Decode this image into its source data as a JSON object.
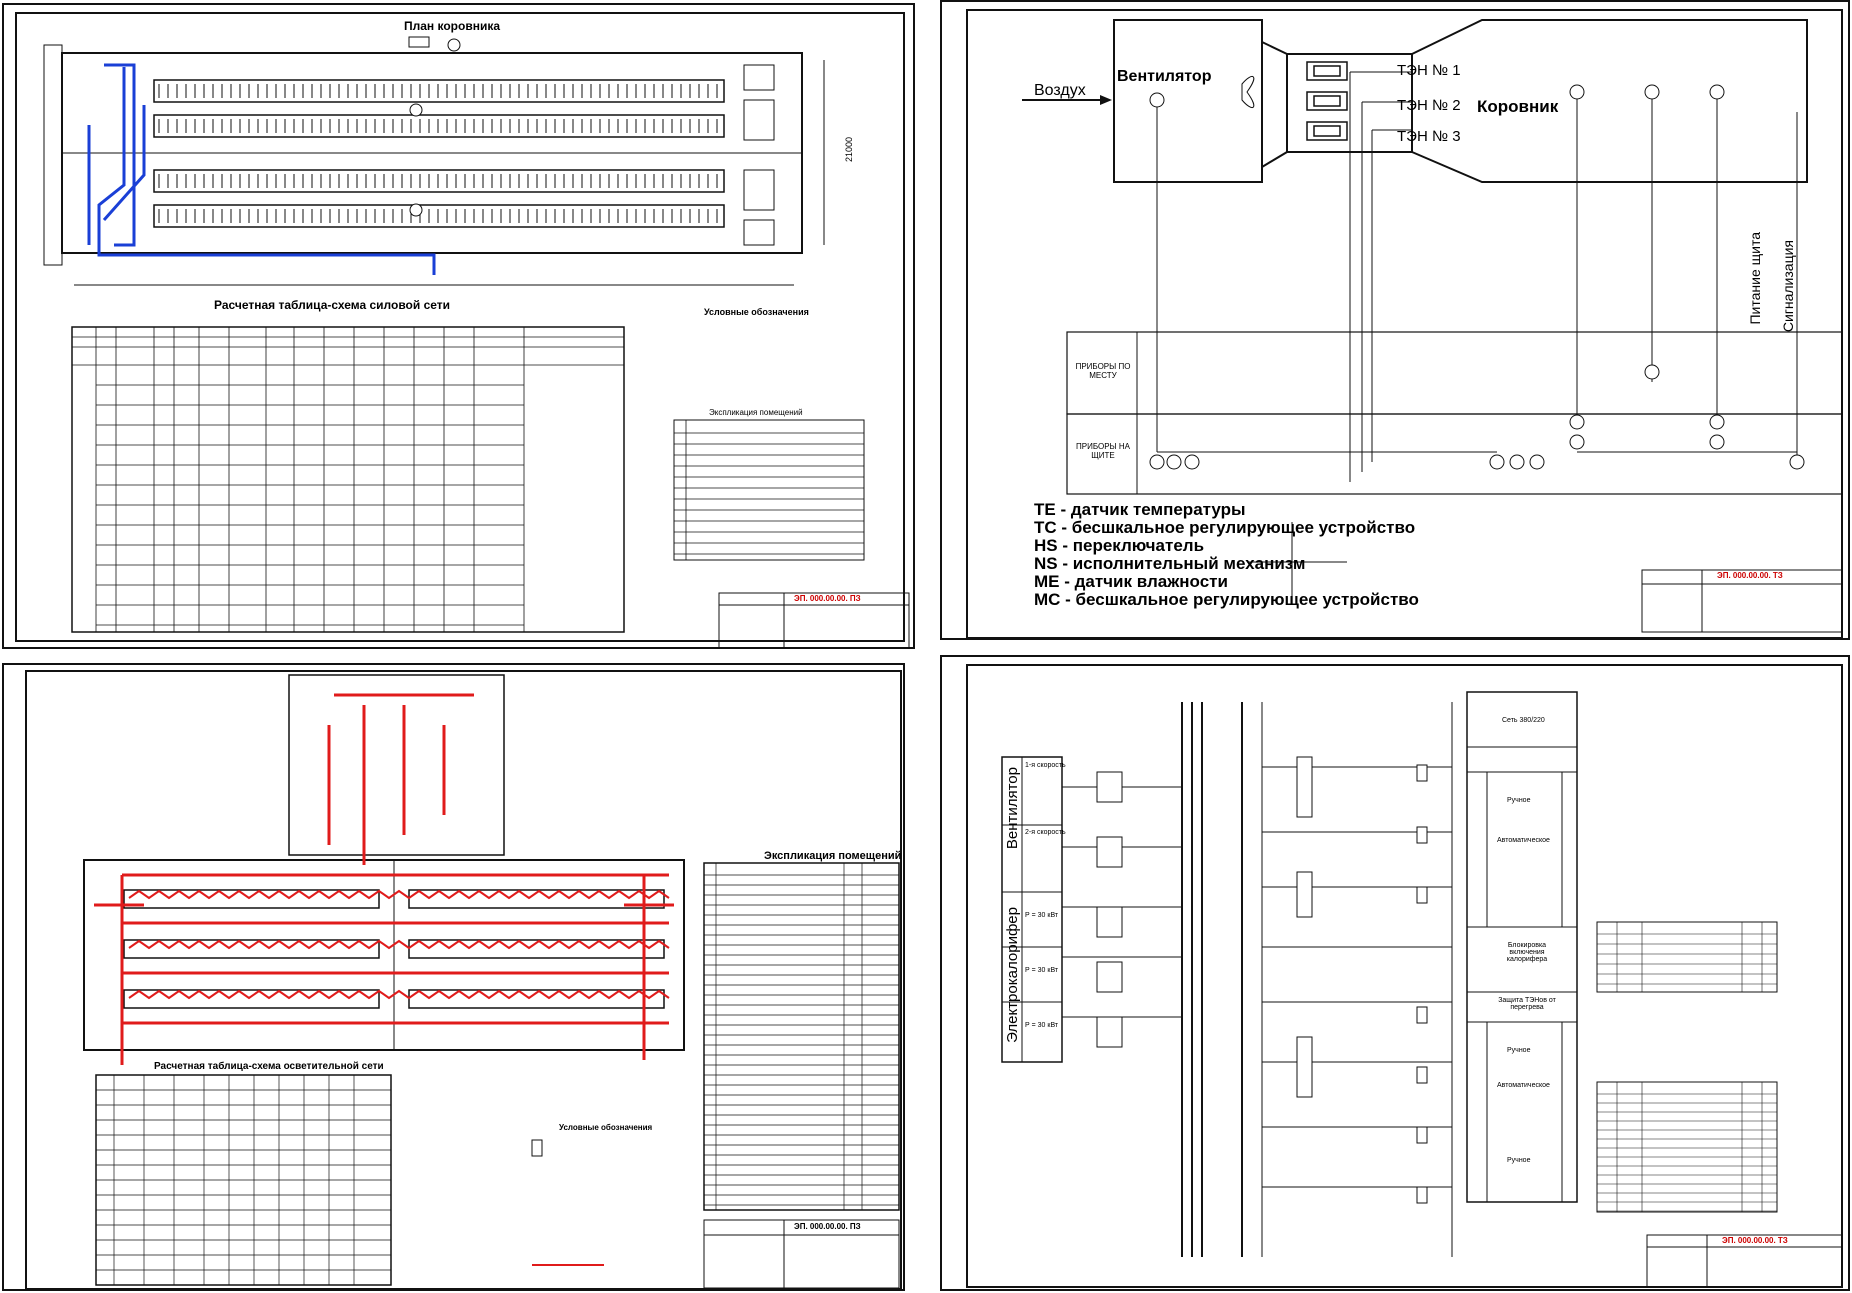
{
  "q1": {
    "plan_title": "План коровника",
    "table_title": "Расчетная таблица-схема силовой сети",
    "legend_title": "Условные обозначения",
    "expl_title": "Экспликация помещений",
    "stamp": "ЭП. 000.00.00. ПЗ",
    "dim_right": "21000"
  },
  "q2": {
    "ventilator": "Вентилятор",
    "air": "Воздух",
    "ten1": "ТЭН № 1",
    "ten2": "ТЭН № 2",
    "ten3": "ТЭН № 3",
    "barn": "Коровник",
    "power": "Питание щита",
    "signal": "Сигнализация",
    "row_local": "ПРИБОРЫ ПО МЕСТУ",
    "row_panel": "ПРИБОРЫ НА ЩИТЕ",
    "legend": [
      "ТЕ - датчик температуры",
      "ТС - бесшкальное регулирующее устройство",
      "HS - переключатель",
      "NS - исполнительный механизм",
      "МЕ - датчик влажности",
      "МС - бесшкальное регулирующее устройство"
    ],
    "stamp": "ЭП. 000.00.00. ТЗ"
  },
  "q3": {
    "expl_title": "Экспликация помещений",
    "table_title": "Расчетная таблица-схема осветительной сети",
    "legend_title": "Условные обозначения",
    "stamp": "ЭП. 000.00.00. ПЗ"
  },
  "q4": {
    "ventilator": "Вентилятор",
    "calorifer": "Электрокалорифер",
    "speed1": "1-я скорость",
    "speed2": "2-я скорость",
    "p_label": "Р = 30 кВт",
    "block_label": "Блокировка включения калорифера",
    "protect": "Защита ТЭНов от перегрева",
    "manual": "Ручное",
    "auto": "Автоматическое",
    "stamp": "ЭП. 000.00.00. ТЗ",
    "network": "Сеть 380/220"
  },
  "colors": {
    "wiring_blue": "#1a3fd6",
    "lighting_red": "#e01b1b",
    "line": "#111111"
  }
}
